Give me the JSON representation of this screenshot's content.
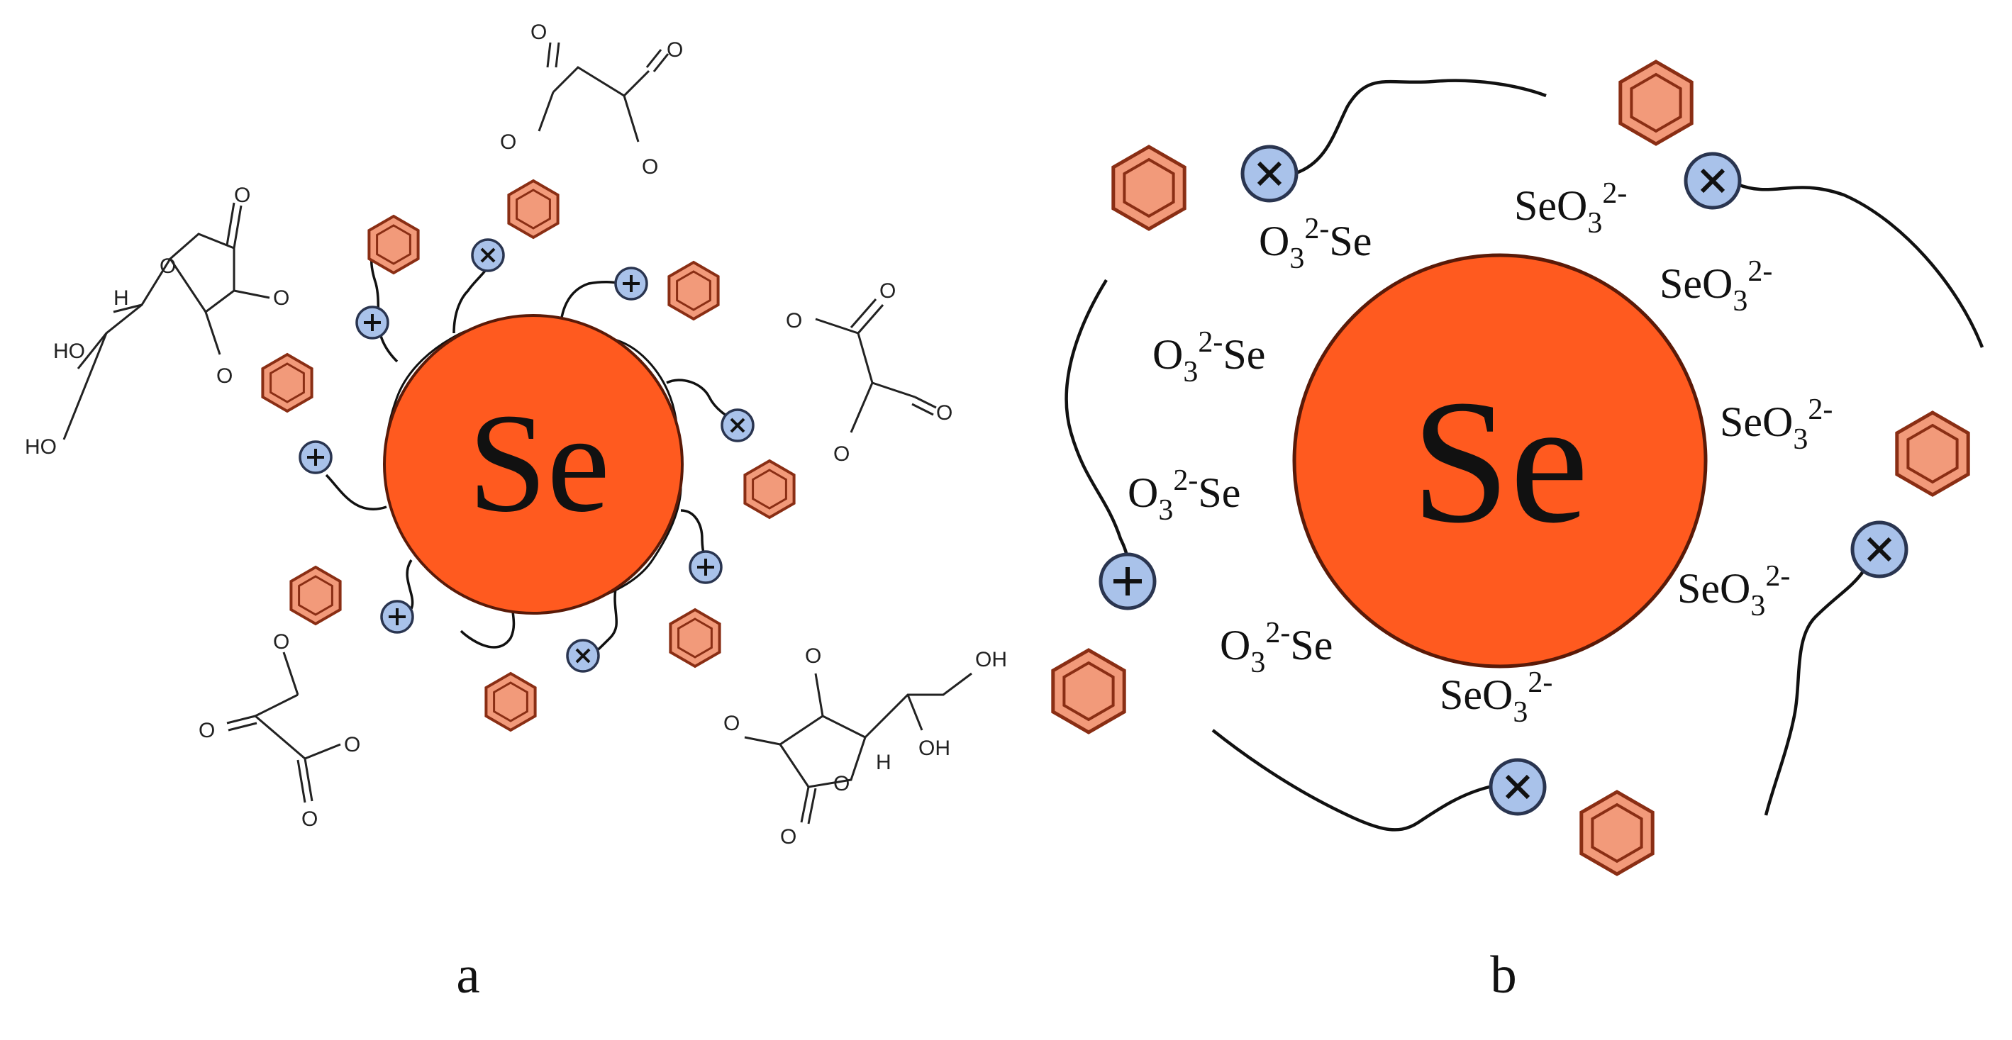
{
  "colors": {
    "core": "#ff5a1f",
    "core_stroke": "#5a1a08",
    "ring_fill": "#f29a7a",
    "ring_stroke": "#8a2e14",
    "charge_fill": "#a9c2ea",
    "charge_stroke": "#2a3550",
    "line": "#111111"
  },
  "panels": [
    {
      "id": "a",
      "label": "a",
      "core_label": "Se",
      "charge_symbol_plus": "+",
      "charge_symbol_x": "×",
      "molecule_atoms": {
        "O": "O",
        "H": "H",
        "HO": "HO",
        "OH": "OH"
      }
    },
    {
      "id": "b",
      "label": "b",
      "core_label": "Se",
      "surface_left": {
        "lead": "O",
        "sub": "3",
        "sup": "2-",
        "tail": "Se"
      },
      "surface_right": {
        "lead": "SeO",
        "sub": "3",
        "sup": "2-"
      }
    }
  ]
}
